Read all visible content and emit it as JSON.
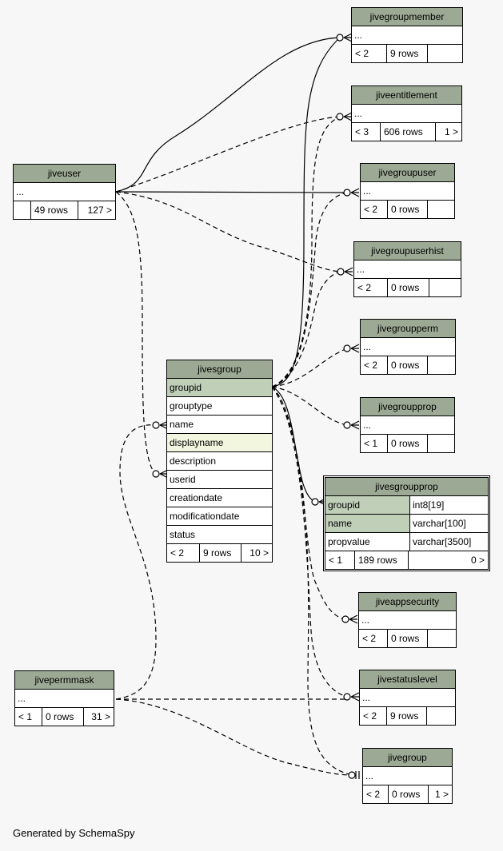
{
  "credit": "Generated by SchemaSpy",
  "tables": {
    "jivegroupmember": {
      "title": "jivegroupmember",
      "rows": [
        "..."
      ],
      "footer": [
        "< 2",
        "9 rows",
        ""
      ]
    },
    "jiveentitlement": {
      "title": "jiveentitlement",
      "rows": [
        "..."
      ],
      "footer": [
        "< 3",
        "606 rows",
        "1 >"
      ]
    },
    "jiveuser": {
      "title": "jiveuser",
      "rows": [
        "..."
      ],
      "footer": [
        "",
        "49 rows",
        "127 >"
      ]
    },
    "jivegroupuser": {
      "title": "jivegroupuser",
      "rows": [
        "..."
      ],
      "footer": [
        "< 2",
        "0 rows",
        ""
      ]
    },
    "jivegroupuserhist": {
      "title": "jivegroupuserhist",
      "rows": [
        "..."
      ],
      "footer": [
        "< 2",
        "0 rows",
        ""
      ]
    },
    "jivegroupperm": {
      "title": "jivegroupperm",
      "rows": [
        "..."
      ],
      "footer": [
        "< 2",
        "0 rows",
        ""
      ]
    },
    "jivegroupprop": {
      "title": "jivegroupprop",
      "rows": [
        "..."
      ],
      "footer": [
        "< 1",
        "0 rows",
        ""
      ]
    },
    "jivesgroup": {
      "title": "jivesgroup",
      "rows": [
        "groupid",
        "grouptype",
        "name",
        "displayname",
        "description",
        "userid",
        "creationdate",
        "modificationdate",
        "status"
      ],
      "footer": [
        "< 2",
        "9 rows",
        "10 >"
      ]
    },
    "jivesgroupprop": {
      "title": "jivesgroupprop",
      "rows": [
        {
          "name": "groupid",
          "type": "int8[19]"
        },
        {
          "name": "name",
          "type": "varchar[100]"
        },
        {
          "name": "propvalue",
          "type": "varchar[3500]"
        }
      ],
      "footer": [
        "< 1",
        "189 rows",
        "0 >"
      ]
    },
    "jiveappsecurity": {
      "title": "jiveappsecurity",
      "rows": [
        "..."
      ],
      "footer": [
        "< 2",
        "0 rows",
        ""
      ]
    },
    "jivepermmask": {
      "title": "jivepermmask",
      "rows": [
        "..."
      ],
      "footer": [
        "< 1",
        "0 rows",
        "31 >"
      ]
    },
    "jivestatuslevel": {
      "title": "jivestatuslevel",
      "rows": [
        "..."
      ],
      "footer": [
        "< 2",
        "9 rows",
        ""
      ]
    },
    "jivegroup": {
      "title": "jivegroup",
      "rows": [
        "..."
      ],
      "footer": [
        "< 2",
        "0 rows",
        "1 >"
      ]
    }
  },
  "colors": {
    "header": "#9caa95",
    "key_column": "#bfcfb8",
    "indexed_column": "#f3f6df",
    "background": "#f7f7f7"
  }
}
